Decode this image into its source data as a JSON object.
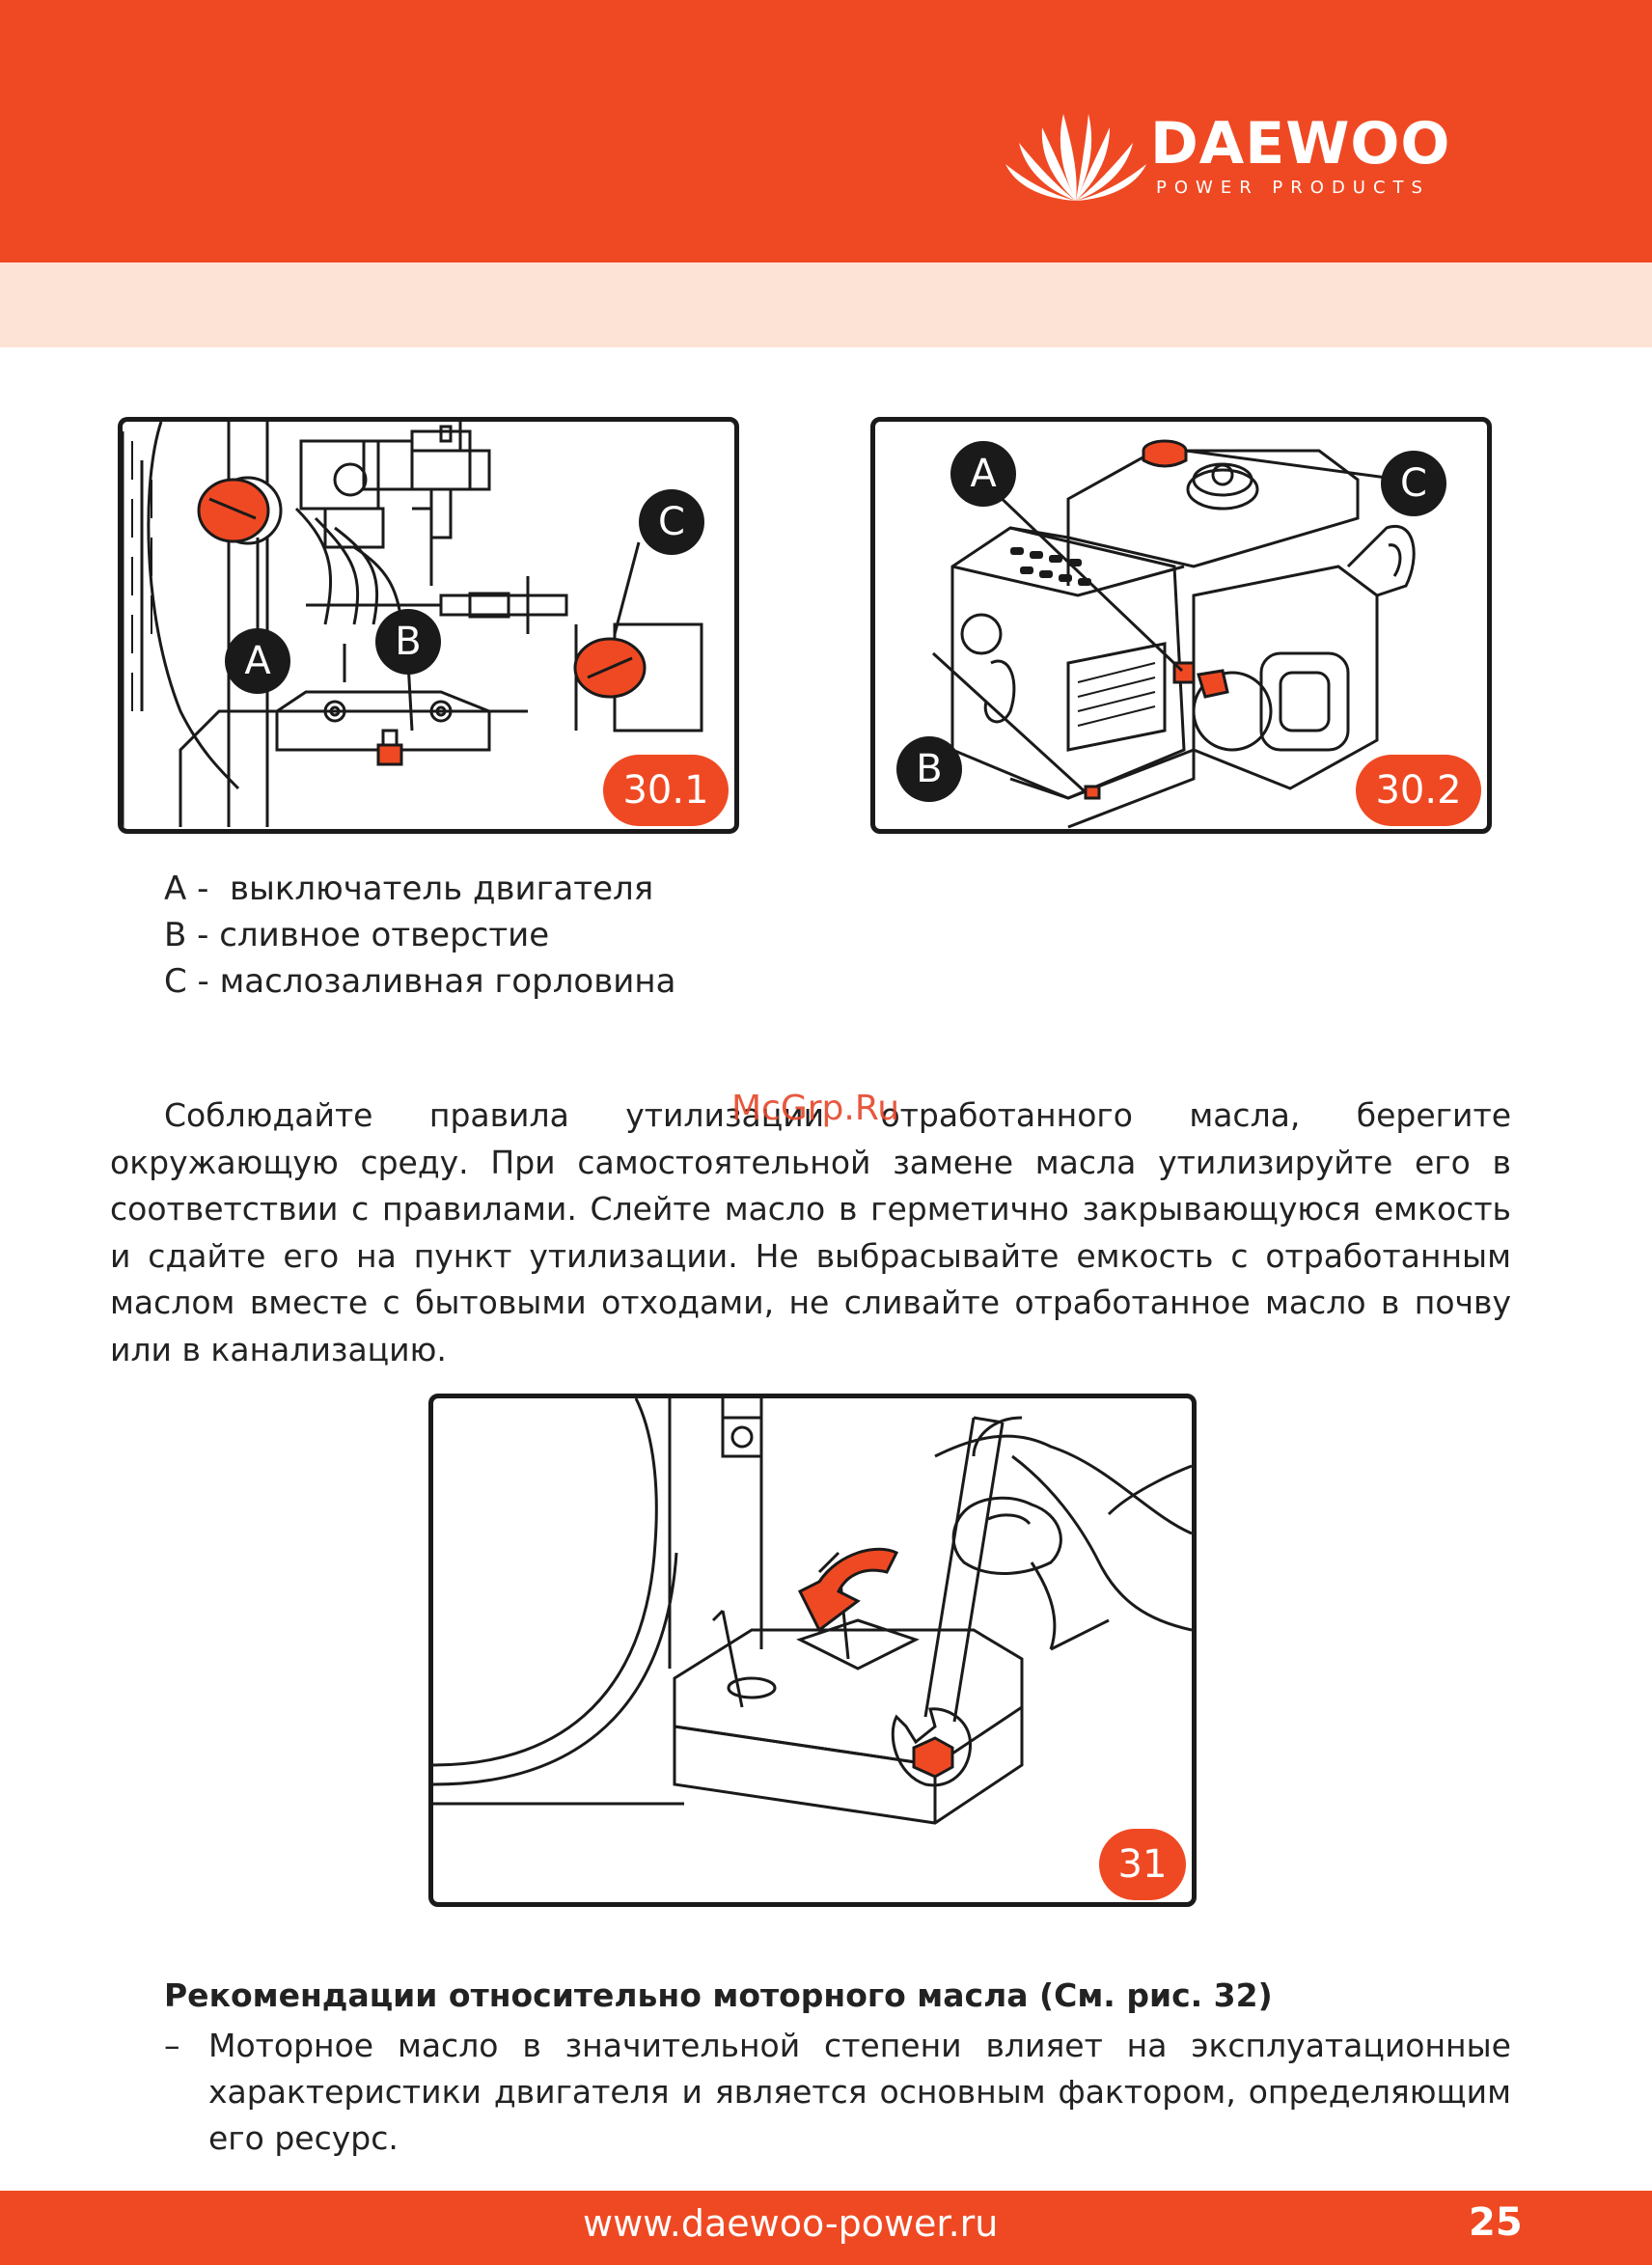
{
  "brand": {
    "name": "DAEWOO",
    "subtitle": "POWER PRODUCTS"
  },
  "figures": [
    {
      "id": "30.1",
      "badge": "30.1",
      "labels": [
        "A",
        "B",
        "C"
      ]
    },
    {
      "id": "30.2",
      "badge": "30.2",
      "labels": [
        "A",
        "B",
        "C"
      ]
    },
    {
      "id": "31",
      "badge": "31"
    }
  ],
  "legend": [
    "A -  выключатель двигателя",
    "B - сливное отверстие",
    "C - маслозаливная горловина"
  ],
  "paragraph": "Соблюдайте правила утилизации отработанного масла, берегите окружающую среду. При самостоятельной замене масла утилизируйте его в соответствии с правилами. Слейте масло в герметично закрывающуюся емкость и сдайте его на пункт утилизации. Не выбрасывайте емкость с отработанным маслом вместе с бытовыми отходами, не сливайте отработанное масло в почву или в канализацию.",
  "watermark": "McGrp.Ru",
  "recommendations": {
    "title": "Рекомендации относительно моторного масла (См. рис. 32)",
    "items": [
      "Моторное масло в значительной степени влияет на эксплуатационные характеристики двигателя и является основным фактором, определяющим его ресурс."
    ]
  },
  "footer": {
    "url": "www.daewoo-power.ru",
    "page": "25"
  },
  "colors": {
    "accent": "#ef4923",
    "band": "#fde3d6",
    "ink": "#1a1a1a"
  }
}
